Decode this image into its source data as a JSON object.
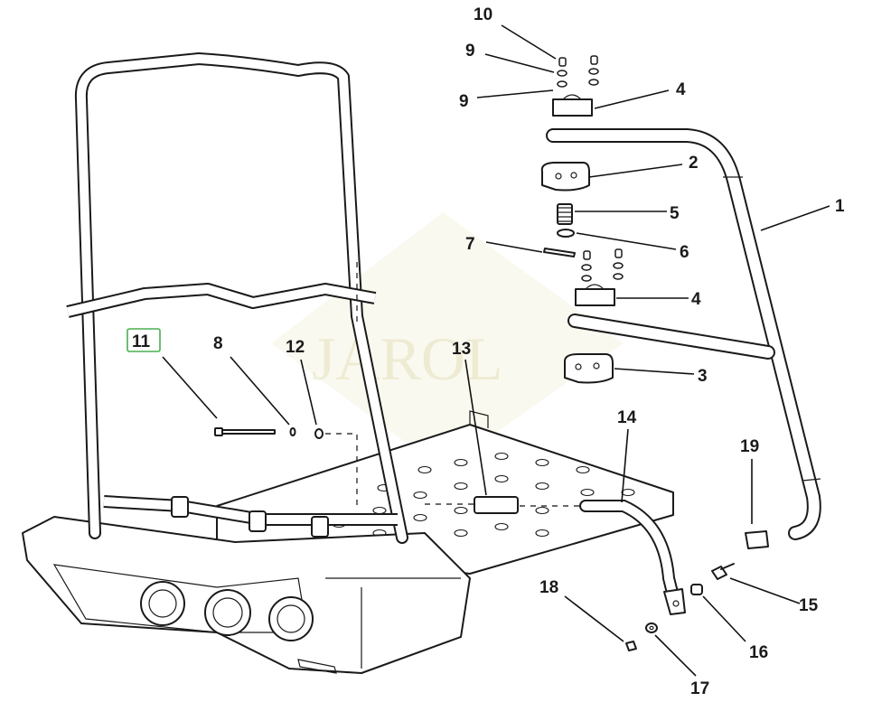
{
  "diagram": {
    "watermark": "JAROL",
    "highlight_color": "#4caf50",
    "callouts": [
      {
        "id": "c1",
        "label": "1"
      },
      {
        "id": "c2",
        "label": "2"
      },
      {
        "id": "c3",
        "label": "3"
      },
      {
        "id": "c4a",
        "label": "4"
      },
      {
        "id": "c4b",
        "label": "4"
      },
      {
        "id": "c5",
        "label": "5"
      },
      {
        "id": "c6",
        "label": "6"
      },
      {
        "id": "c7",
        "label": "7"
      },
      {
        "id": "c8",
        "label": "8"
      },
      {
        "id": "c9a",
        "label": "9"
      },
      {
        "id": "c9b",
        "label": "9"
      },
      {
        "id": "c10",
        "label": "10"
      },
      {
        "id": "c11",
        "label": "11",
        "highlighted": true
      },
      {
        "id": "c12",
        "label": "12"
      },
      {
        "id": "c13",
        "label": "13"
      },
      {
        "id": "c14",
        "label": "14"
      },
      {
        "id": "c15",
        "label": "15"
      },
      {
        "id": "c16",
        "label": "16"
      },
      {
        "id": "c17",
        "label": "17"
      },
      {
        "id": "c18",
        "label": "18"
      },
      {
        "id": "c19",
        "label": "19"
      }
    ]
  }
}
